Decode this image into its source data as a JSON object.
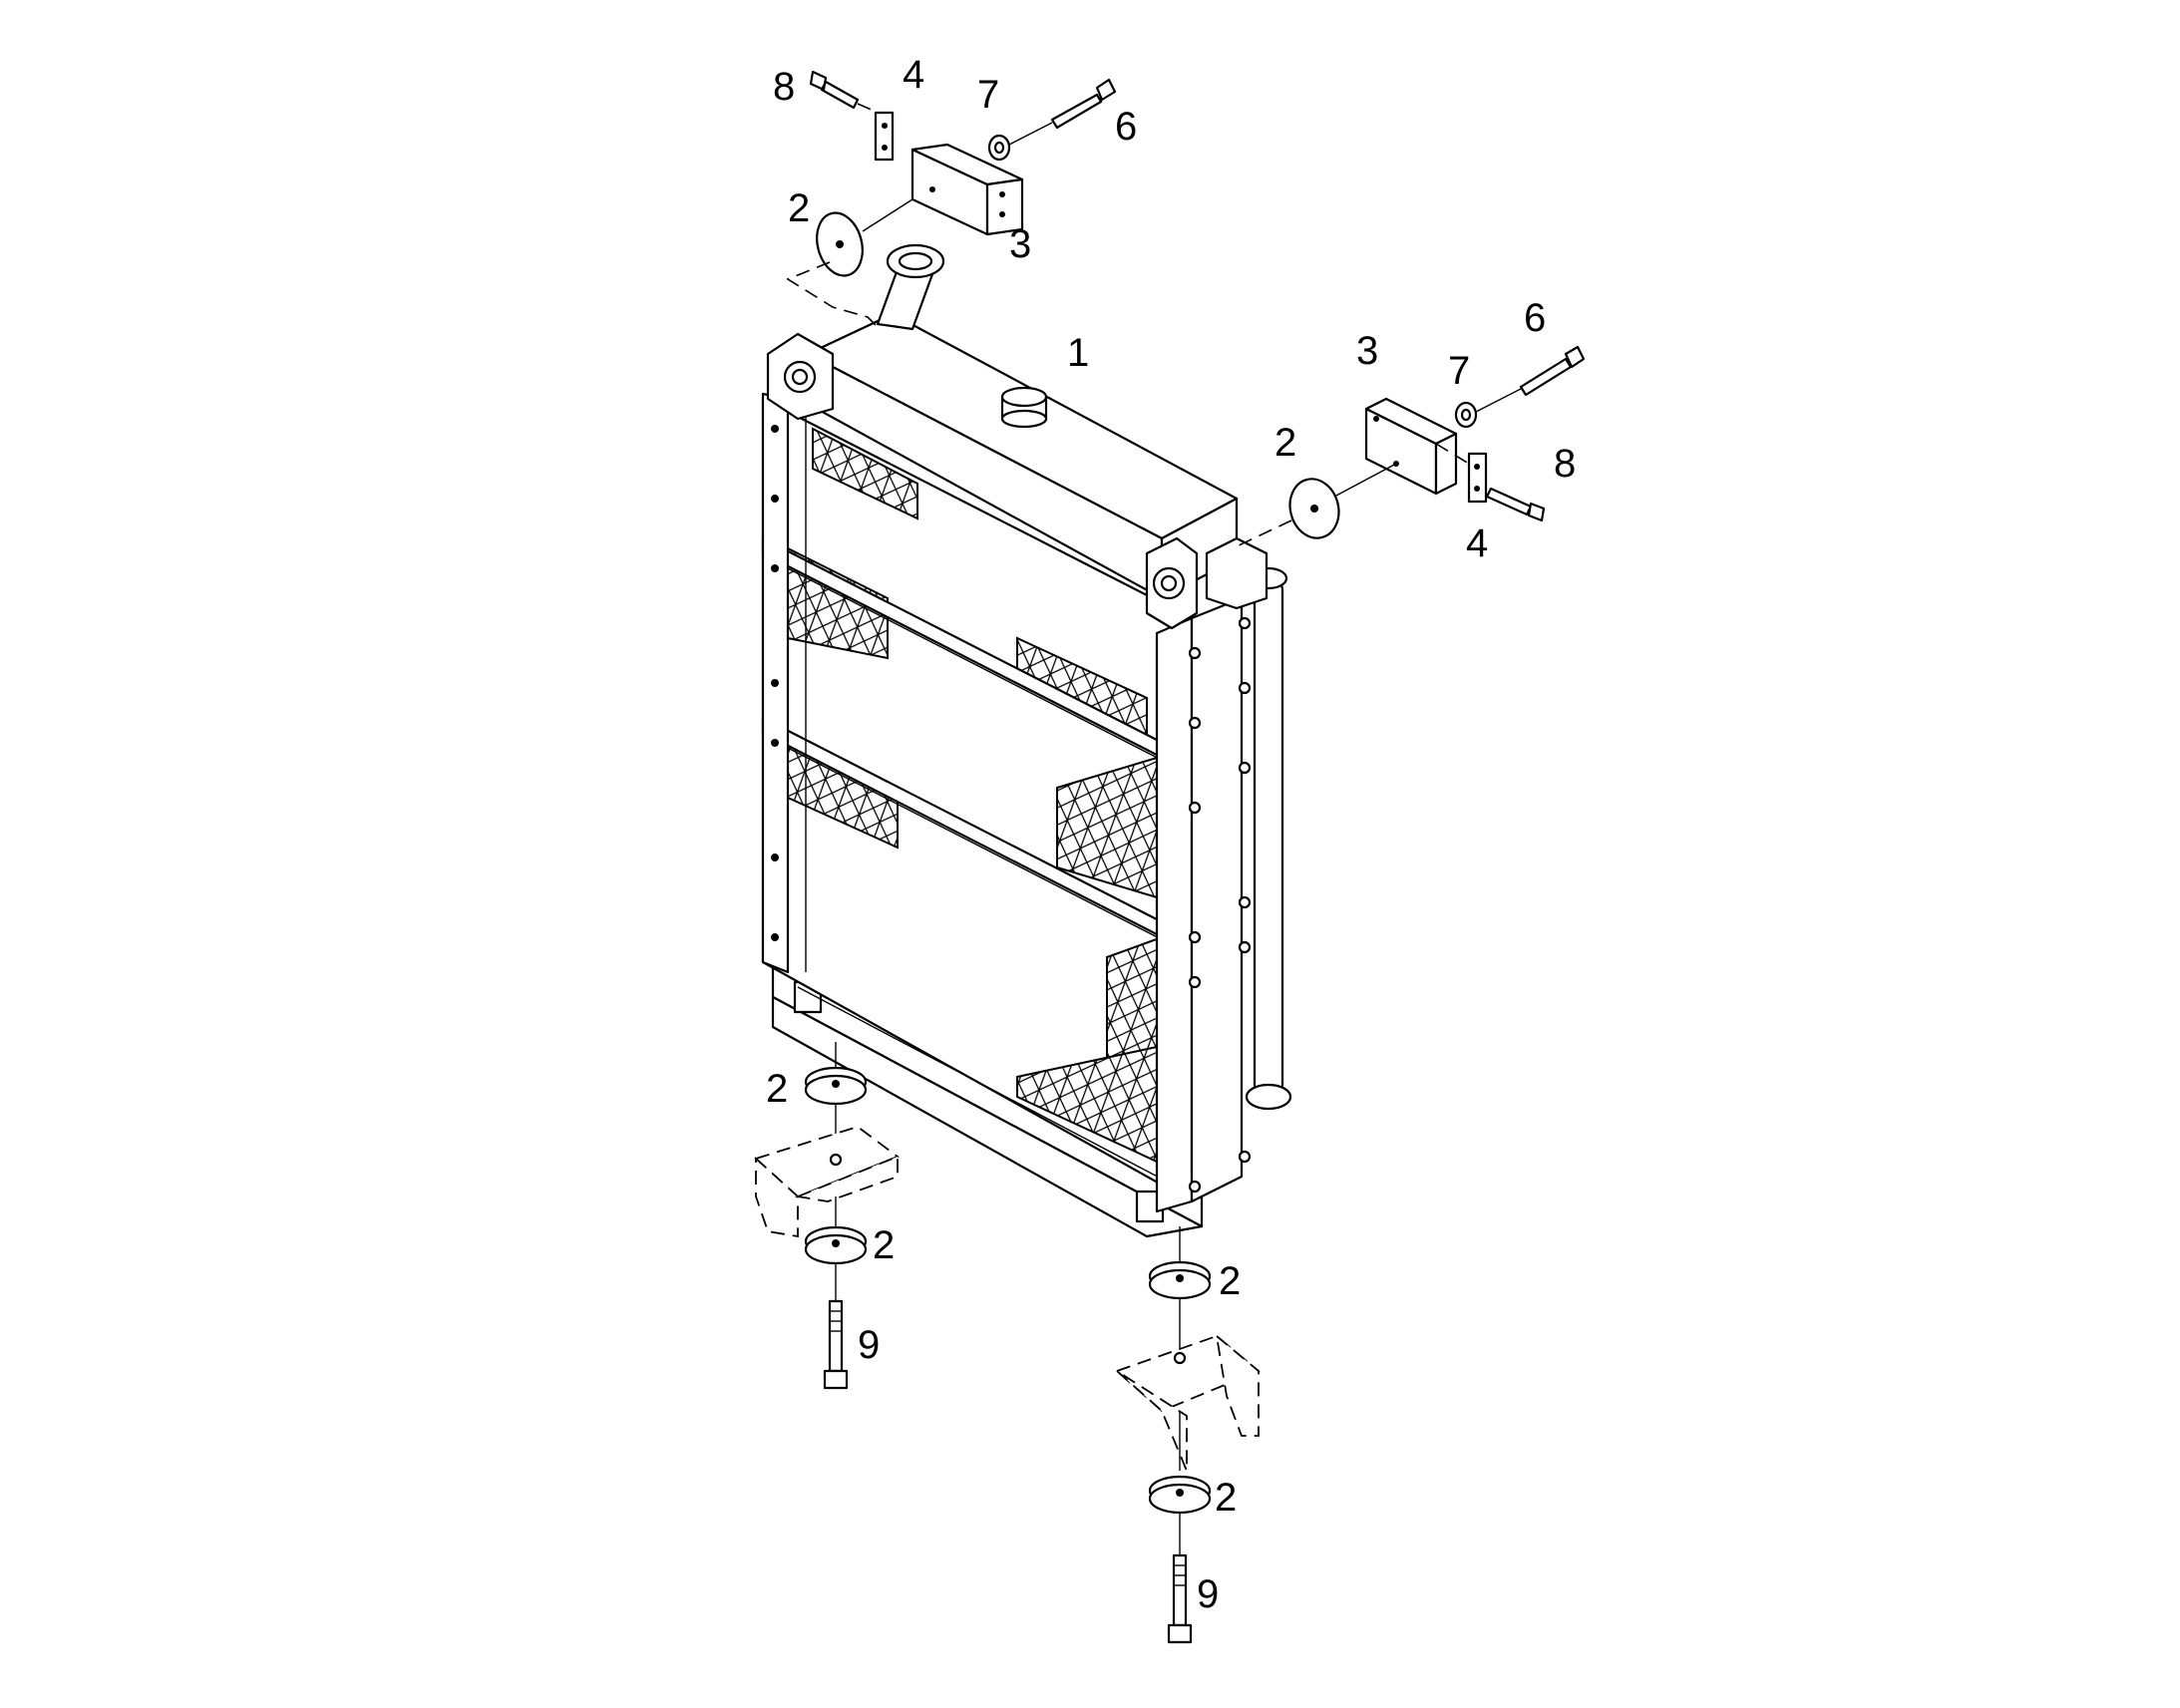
{
  "callouts": {
    "top_left_8": "8",
    "top_left_4": "4",
    "top_left_7": "7",
    "top_left_6": "6",
    "top_left_2": "2",
    "top_left_3": "3",
    "radiator_1": "1",
    "right_3": "3",
    "right_7": "7",
    "right_6": "6",
    "right_2": "2",
    "right_8": "8",
    "right_4": "4",
    "bottom_left_2_upper": "2",
    "bottom_left_2_lower": "2",
    "bottom_left_9": "9",
    "bottom_right_2_upper": "2",
    "bottom_right_2_lower": "2",
    "bottom_right_9": "9"
  }
}
